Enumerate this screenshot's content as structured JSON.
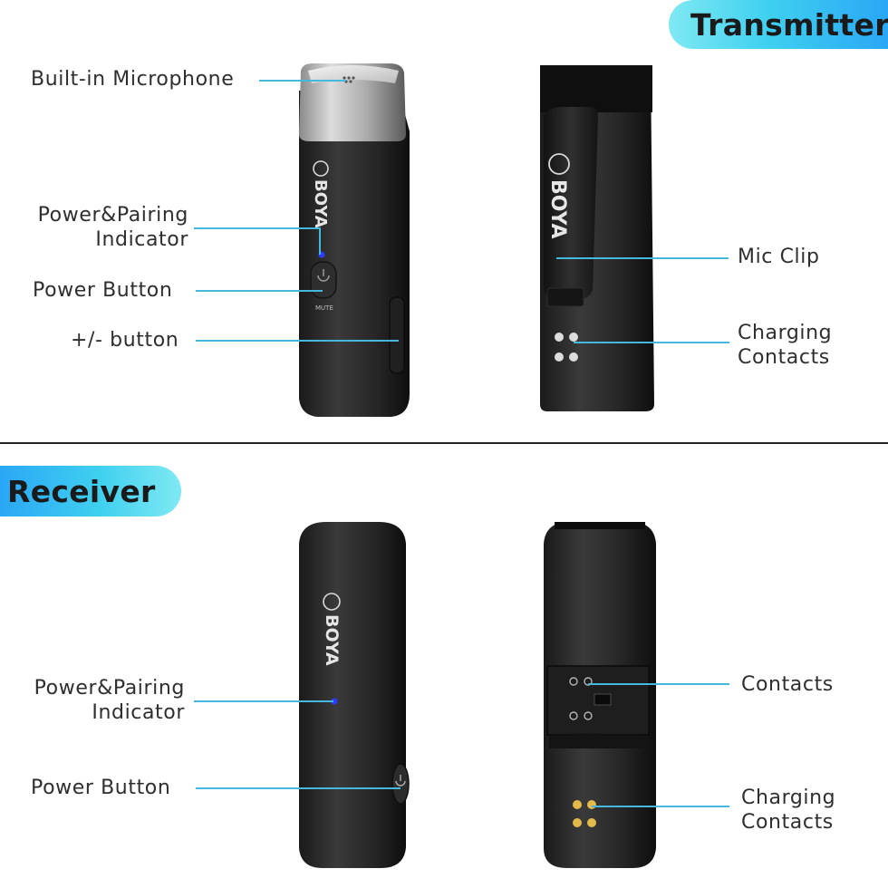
{
  "sections": {
    "transmitter": {
      "title": "Transmitter"
    },
    "receiver": {
      "title": "Receiver"
    }
  },
  "transmitter": {
    "labels": {
      "built_in_mic": "Built-in Microphone",
      "power_pairing": "Power&Pairing\nIndicator",
      "power_button": "Power Button",
      "plus_minus": "+/- button",
      "mic_clip": "Mic Clip",
      "charging_contacts": "Charging\nContacts"
    },
    "device_text": {
      "brand": "BOYA",
      "mute": "MUTE"
    }
  },
  "receiver": {
    "labels": {
      "power_pairing": "Power&Pairing\nIndicator",
      "power_button": "Power Button",
      "contacts": "Contacts",
      "charging_contacts": "Charging\nContacts"
    },
    "device_text": {
      "brand": "BOYA"
    }
  },
  "colors": {
    "accent_line": "#45b8e0",
    "indicator": "#2a3cff",
    "gold": "#e3b94a",
    "banner_gradient": [
      "#7fe9f3",
      "#2aa7f5"
    ]
  }
}
